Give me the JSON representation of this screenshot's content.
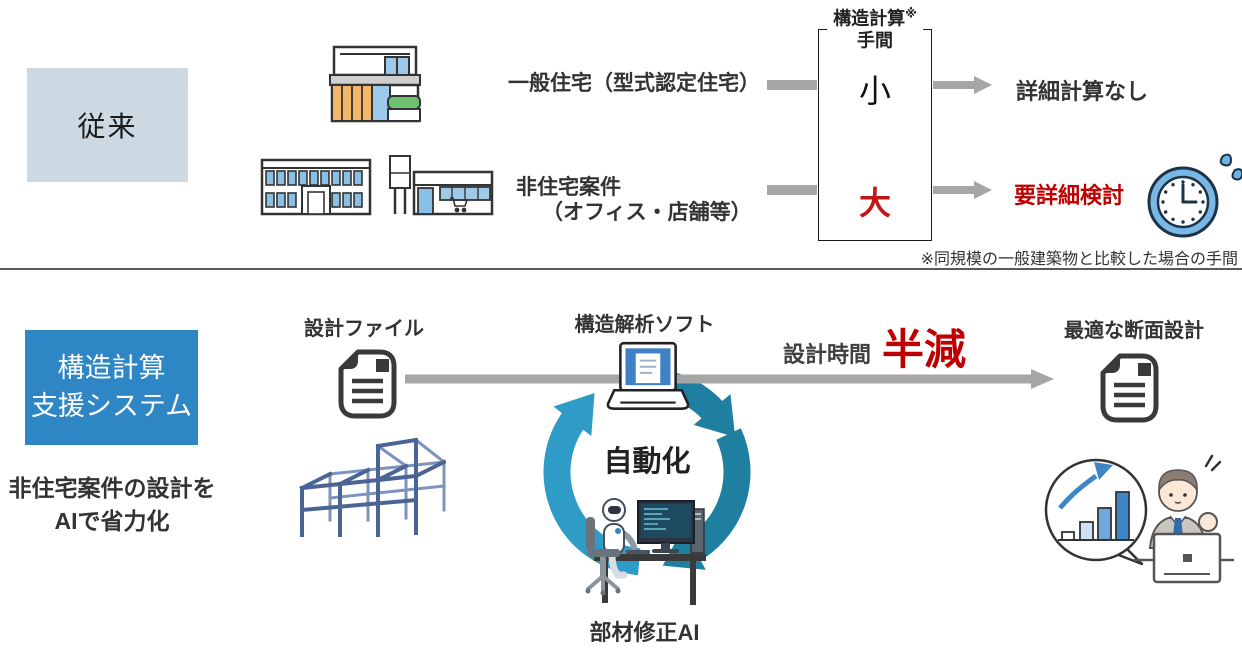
{
  "colors": {
    "legacy_panel": "#ccd9e3",
    "system_panel": "#2e86c4",
    "accent_red": "#c00000",
    "effort_large_red": "#bf1717",
    "arrow_gray": "#a6a6a6",
    "cycle_teal": "#1e7fa0",
    "cycle_blue": "#2f9cc8",
    "window_blue": "#8abfe6",
    "clock_blue": "#78b7e6"
  },
  "conventional": {
    "section_label": "従来",
    "row1": {
      "label": "一般住宅（型式認定住宅）",
      "effort": "小",
      "result": "詳細計算なし"
    },
    "row2": {
      "label_line1": "非住宅案件",
      "label_line2": "（オフィス・店舗等）",
      "effort": "大",
      "result": "要詳細検討"
    },
    "effort_box": {
      "title": "構造計算",
      "note_mark": "※",
      "subtitle": "手間"
    },
    "footnote": "※同規模の一般建築物と比較した場合の手間"
  },
  "system": {
    "section_label_line1": "構造計算",
    "section_label_line2": "支援システム",
    "description_line1": "非住宅案件の設計を",
    "description_line2": "AIで省力化",
    "input_label": "設計ファイル",
    "software_label": "構造解析ソフト",
    "cycle_label": "自動化",
    "ai_label": "部材修正AI",
    "time_label": "設計時間",
    "time_value": "半減",
    "output_label": "最適な断面設計"
  }
}
